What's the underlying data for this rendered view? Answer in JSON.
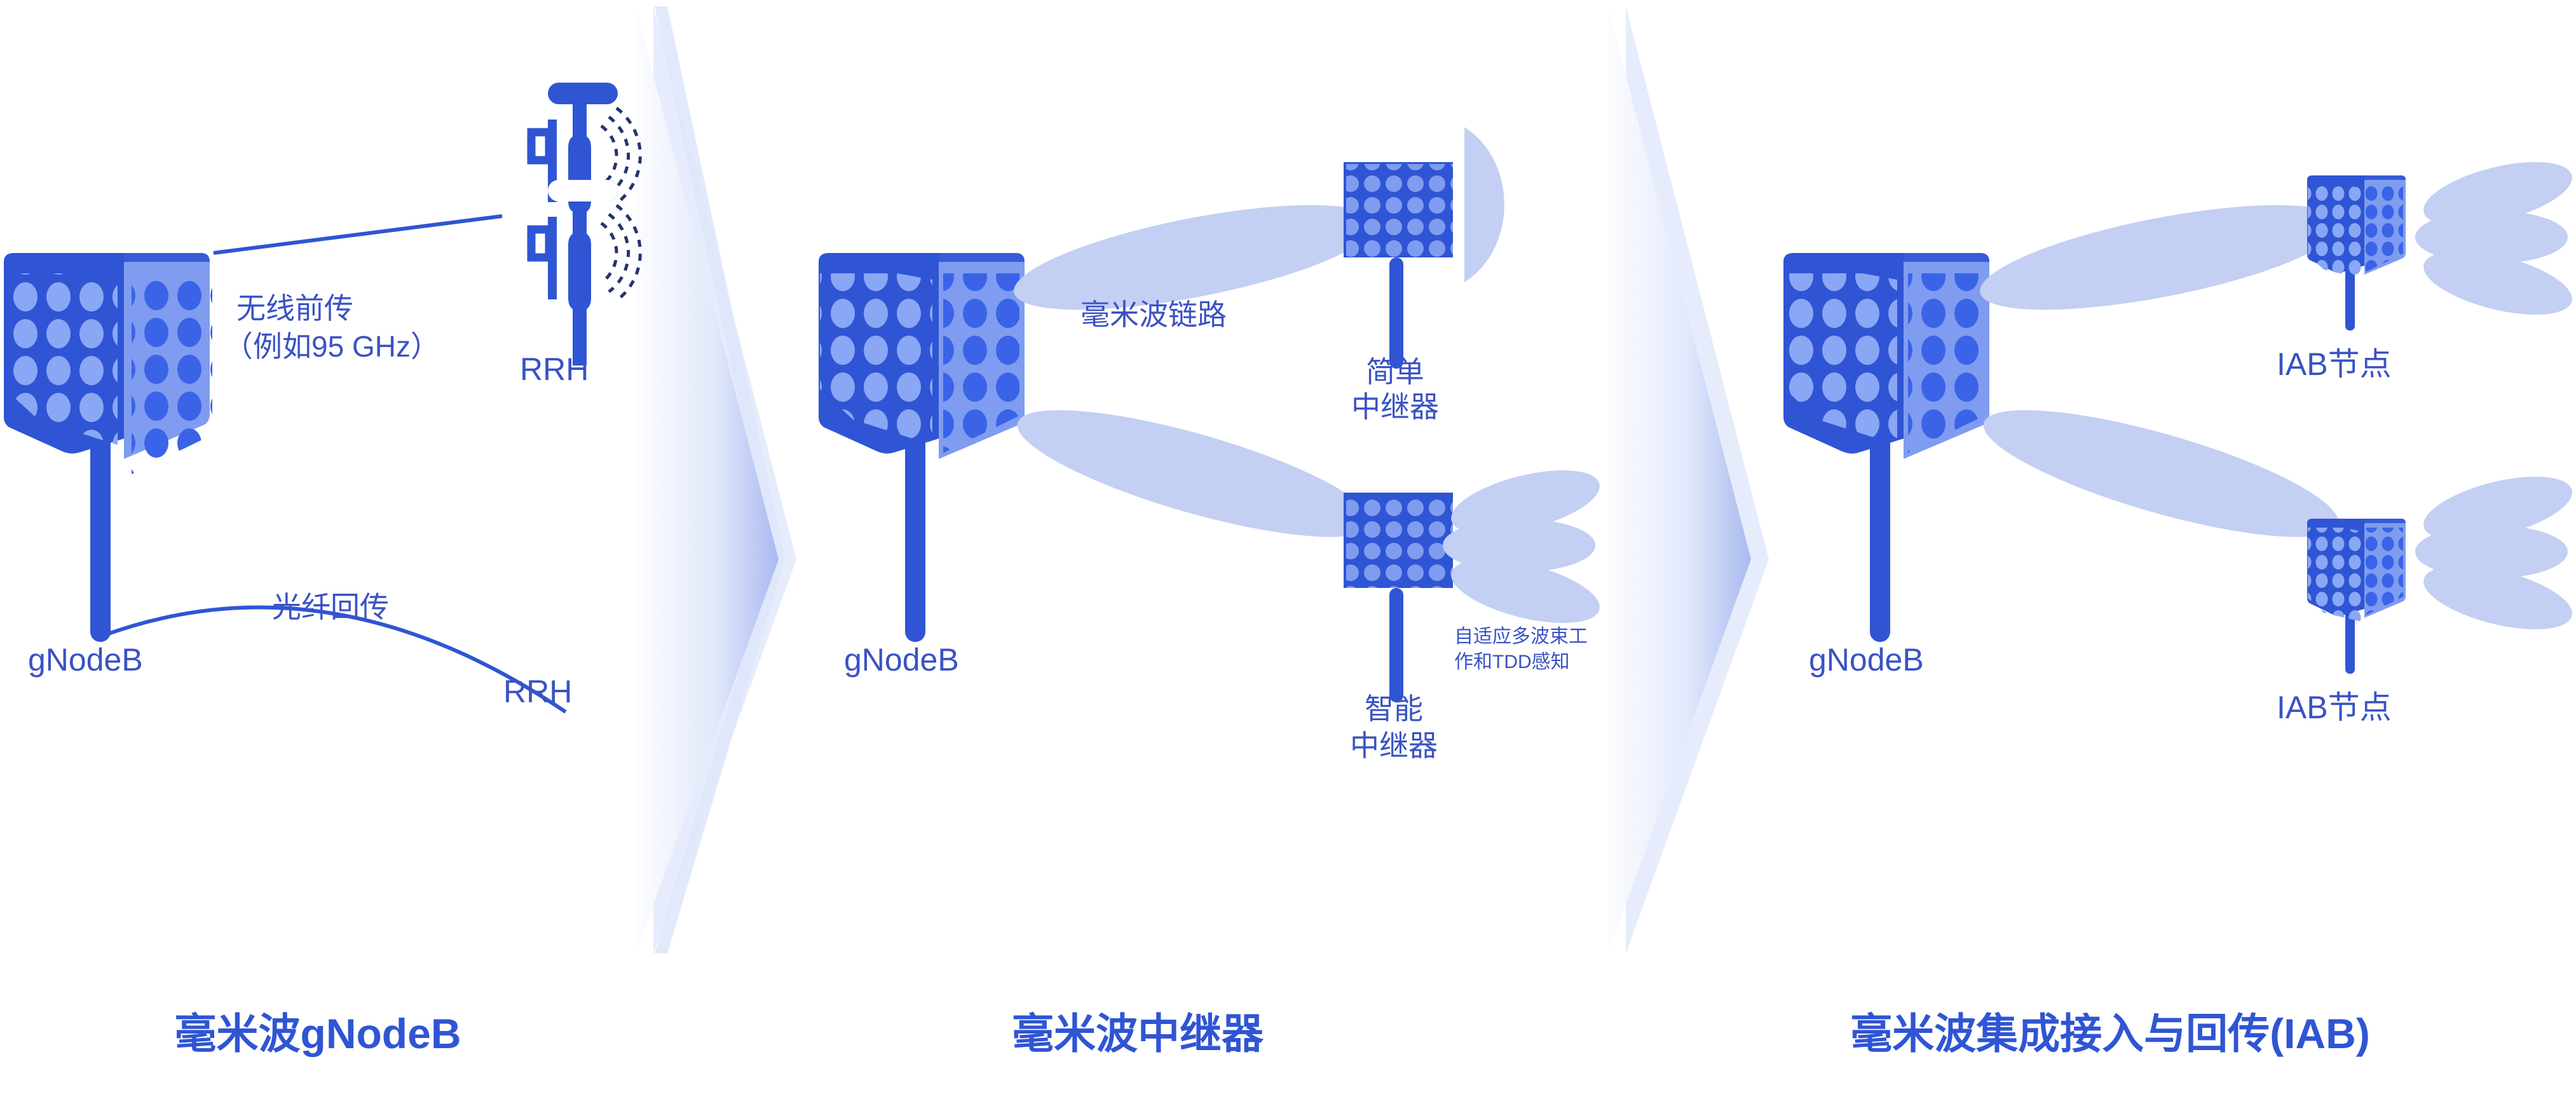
{
  "meta": {
    "background": "#ffffff",
    "accent_dark": "#2f55d4",
    "accent_mid": "#3a52c4",
    "antenna_dark": "#2f55d4",
    "antenna_light": "#7f9cf0",
    "dot_light": "#8aa7f5",
    "dot_dark": "#3a63e8",
    "beam_fill": "#c3cff3",
    "chevron_from": "#fbfcff",
    "chevron_to": "#aebdf0"
  },
  "panels": [
    {
      "id": "mmwave-gnodeb",
      "title": "毫米波gNodeB",
      "nodes": [
        {
          "id": "gnodeb",
          "label": "gNodeB"
        },
        {
          "id": "rrh-top",
          "label": "RRH"
        },
        {
          "id": "rrh-bottom",
          "label": "RRH"
        }
      ],
      "links": [
        {
          "id": "wireless-fronthaul",
          "line1": "无线前传",
          "line2": "（例如95 GHz）"
        },
        {
          "id": "fiber-backhaul",
          "line1": "光纤回传"
        }
      ]
    },
    {
      "id": "mmwave-repeater",
      "title": "毫米波中继器",
      "nodes": [
        {
          "id": "gnodeb",
          "label": "gNodeB"
        },
        {
          "id": "simple-repeater",
          "line1": "简单",
          "line2": "中继器"
        },
        {
          "id": "smart-repeater",
          "line1": "智能",
          "line2": "中继器"
        }
      ],
      "links": [
        {
          "id": "mmwave-link",
          "line1": "毫米波链路"
        }
      ],
      "annotations": [
        {
          "id": "adaptive-beam-note",
          "line1": "自适应多波束工",
          "line2": "作和TDD感知"
        }
      ]
    },
    {
      "id": "mmwave-iab",
      "title": "毫米波集成接入与回传(IAB)",
      "nodes": [
        {
          "id": "gnodeb",
          "label": "gNodeB"
        },
        {
          "id": "iab-node-top",
          "label": "IAB节点"
        },
        {
          "id": "iab-node-bottom",
          "label": "IAB节点"
        }
      ]
    }
  ],
  "icons": {
    "gnodeb": "panel-antenna-icon",
    "rrh": "rrh-radio-unit-icon",
    "repeater": "flat-panel-antenna-icon",
    "iab": "panel-antenna-icon",
    "beam": "beam-lobe-icon",
    "chevron": "chevron-right-icon",
    "signal": "signal-waves-icon"
  }
}
